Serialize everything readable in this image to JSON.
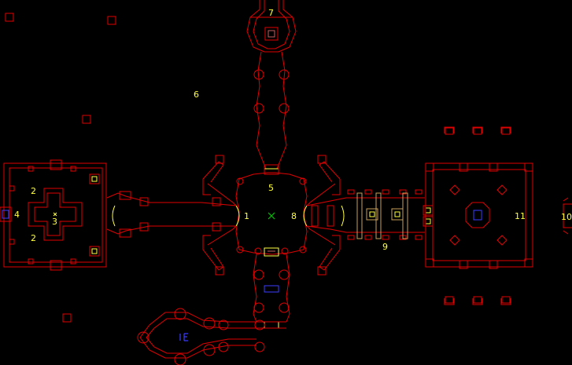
{
  "view": "automap",
  "colors": {
    "background": "#000000",
    "wall": "#e00000",
    "step": "#c8a058",
    "door": "#ffff3f",
    "label": "#ffff3f",
    "player": "#00c000",
    "key_blue": "#3c3cff"
  },
  "labels": {
    "area_1": "1",
    "area_2a": "2",
    "area_2b": "2",
    "area_3": "3",
    "area_4": "4",
    "area_5": "5",
    "area_6": "6",
    "area_7": "7",
    "area_8": "8",
    "area_9": "9",
    "area_10": "10",
    "area_11": "11"
  },
  "icons": {
    "player": "player-arrow-icon",
    "blue_key": "blue-key-icon",
    "item": "item-marker-icon"
  }
}
